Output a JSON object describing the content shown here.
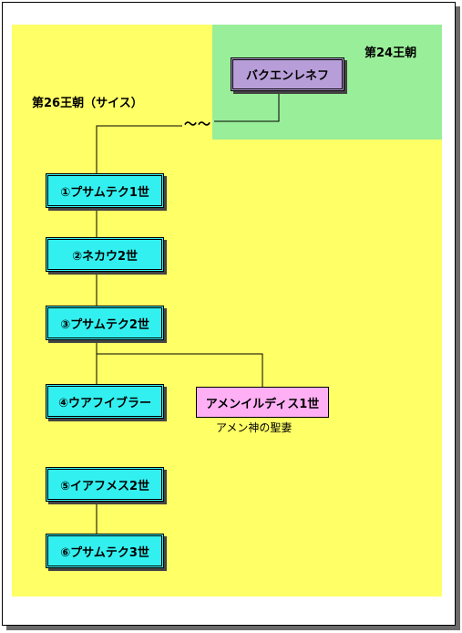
{
  "dynasty_24_label": "第24王朝",
  "dynasty_26_label": "第26王朝（サイス）",
  "break_mark": "～～",
  "nodes": {
    "bakenrenef": "バクエンレネフ",
    "psamtik1": "①プサムテク1世",
    "nekau2": "②ネカウ2世",
    "psamtik2": "③プサムテク2世",
    "wahibre": "④ウアフイブラー",
    "amenirdis1": "アメンイルディス1世",
    "ahmose2": "⑤イアフメス2世",
    "psamtik3": "⑥プサムテク3世"
  },
  "amenirdis_note": "アメン神の聖妻",
  "colors": {
    "region_26": "#ffff66",
    "region_24": "#99ee99",
    "pharaoh_box": "#33f0f0",
    "dynasty24_box": "#b89ed8",
    "wife_box": "#ffb0f5"
  }
}
